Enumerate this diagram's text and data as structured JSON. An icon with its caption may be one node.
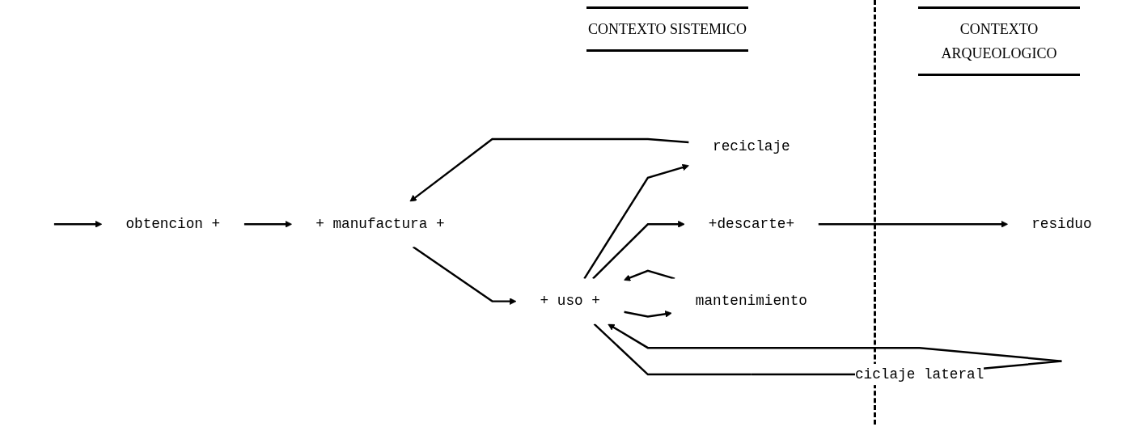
{
  "diagram": {
    "nodes": [
      {
        "text": [
          "obtencion +"
        ]
      },
      {
        "text": [
          "reciclaje"
        ]
      },
      {
        "text": [
          "+ manufactura +"
        ]
      },
      {
        "text": [
          "+ uso +"
        ]
      },
      {
        "text": [
          "+descarte+"
        ]
      },
      {
        "text": [
          "mantenimiento"
        ]
      },
      {
        "text": [
          "residuo"
        ]
      }
    ],
    "edges": [
      {
        "from": null,
        "to": 0,
        "arrow": "to"
      },
      {
        "from": 0,
        "to": 2,
        "arrow": "to"
      },
      {
        "from": 1,
        "to": 2,
        "arrow": "to"
      },
      {
        "from": 2,
        "to": 3,
        "arrow": "to"
      },
      {
        "from": 3,
        "to": 3,
        "label": "ciclaje lateral",
        "arrow": "to"
      },
      {
        "from": 3,
        "to": 4,
        "arrow": "to"
      },
      {
        "from": 3,
        "to": 1,
        "arrow": "to"
      },
      {
        "from": 3,
        "to": 5,
        "arrow": "to"
      },
      {
        "from": 5,
        "to": 3,
        "arrow": "to"
      },
      {
        "from": 4,
        "to": 6,
        "arrow": "to"
      }
    ],
    "labels": [
      "CONTEXTO SISTEMICO",
      "CONTEXTO ARQUEOLOGICO"
    ]
  }
}
